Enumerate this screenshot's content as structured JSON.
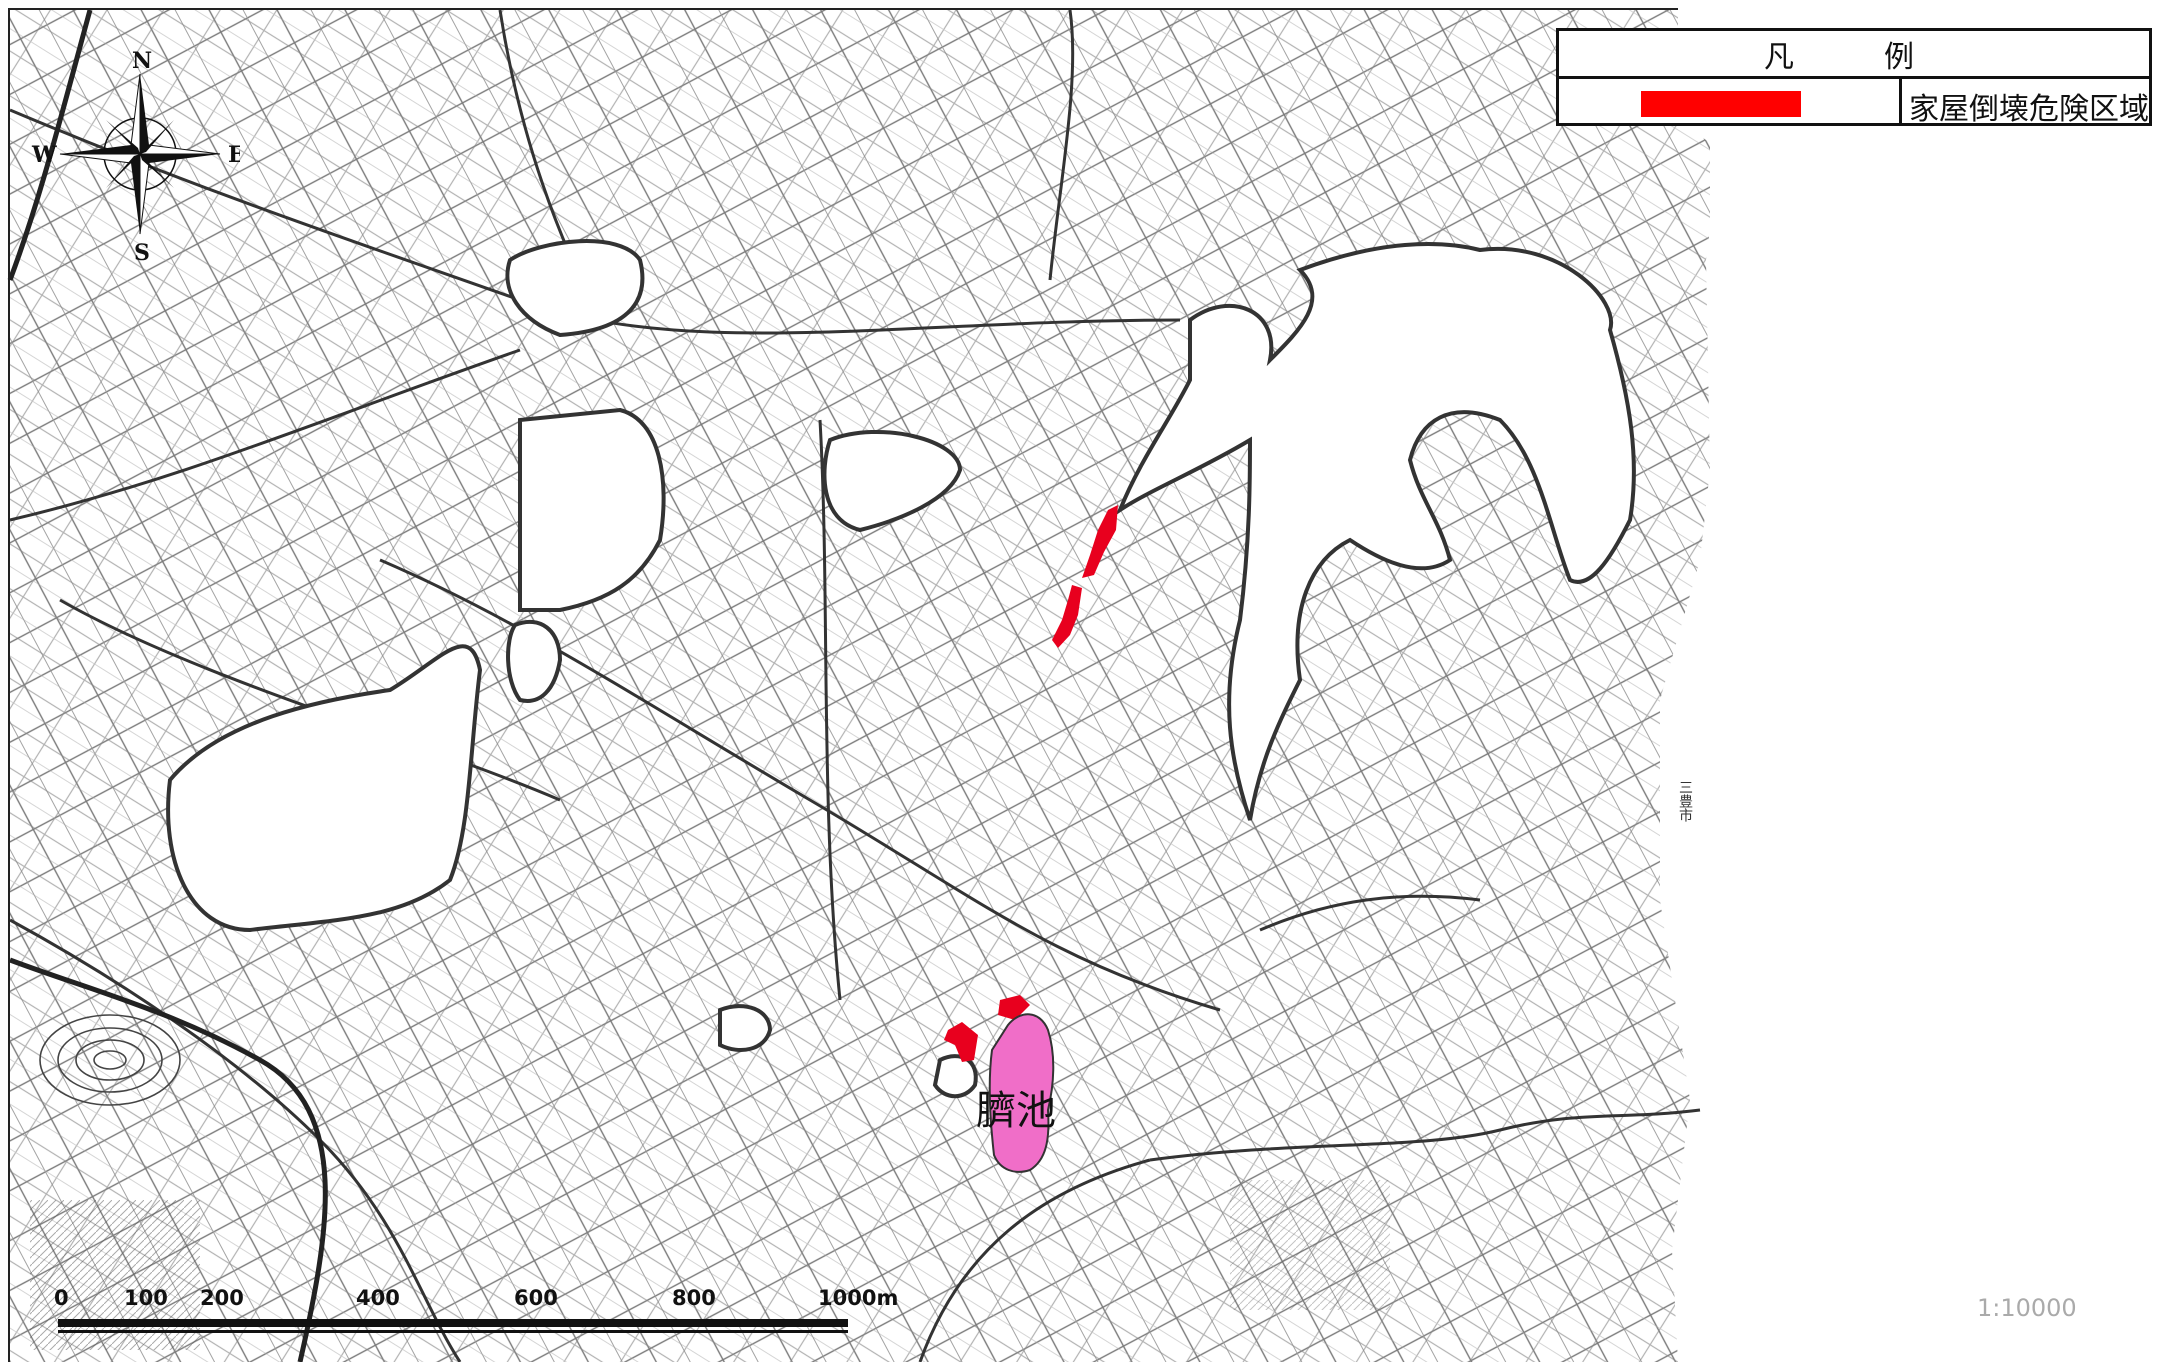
{
  "legend": {
    "title": "凡　例",
    "item_label": "家屋倒壊危険区域",
    "item_color": "#ff0000"
  },
  "compass": {
    "north": "N",
    "south": "S",
    "east": "E",
    "west": "W"
  },
  "scale": {
    "ticks": [
      "0",
      "100",
      "200",
      "400",
      "600",
      "800",
      "1000m"
    ]
  },
  "scale_ratio": "1:10000",
  "pond": {
    "name": "臍池",
    "color": "#f06ec8"
  },
  "hazard_color": "#e8001e",
  "side_label": "三豊市"
}
